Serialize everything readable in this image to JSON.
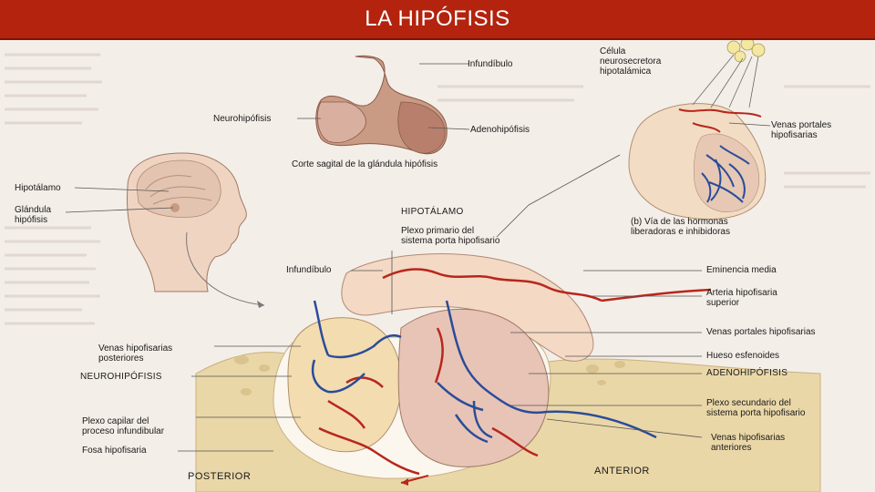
{
  "header": {
    "title": "LA HIPÓFISIS"
  },
  "labels": {
    "infundibulo_top": "Infundíbulo",
    "neurohipofisis": "Neurohipófisis",
    "adenohipofisis_top": "Adenohipófisis",
    "corte_sagital": "Corte sagital de la glándula hipófisis",
    "celula": "Célula\nneurosecretora\nhipotalámica",
    "venas_portales_top": "Venas portales\nhipofisarias",
    "via_hormonas": "(b) Vía de las hormonas\nliberadoras e inhibidoras",
    "hipotalamo_head": "Hipotálamo",
    "glandula": "Glándula\nhipófisis",
    "hipotalamo_caps": "HIPOTÁLAMO",
    "plexo_primario": "Plexo primario del\nsistema porta hipofisario",
    "infundibulo_mid": "Infundíbulo",
    "eminencia": "Eminencia media",
    "arteria_sup": "Arteria hipofisaria\nsuperior",
    "venas_portales": "Venas portales hipofisarias",
    "hueso": "Hueso esfenoides",
    "adenohipofisis_caps": "ADENOHIPÓFISIS",
    "plexo_secundario": "Plexo secundario del\nsistema porta hipofisario",
    "venas_ant": "Venas hipofisarias\nanteriores",
    "venas_post": "Venas hipofisarias\nposteriores",
    "neurohipofisis_caps": "NEUROHIPÓFISIS",
    "plexo_capilar": "Plexo capilar del\nproceso infundibular",
    "fosa": "Fosa hipofisaria",
    "posterior": "POSTERIOR",
    "anterior": "ANTERIOR"
  }
}
